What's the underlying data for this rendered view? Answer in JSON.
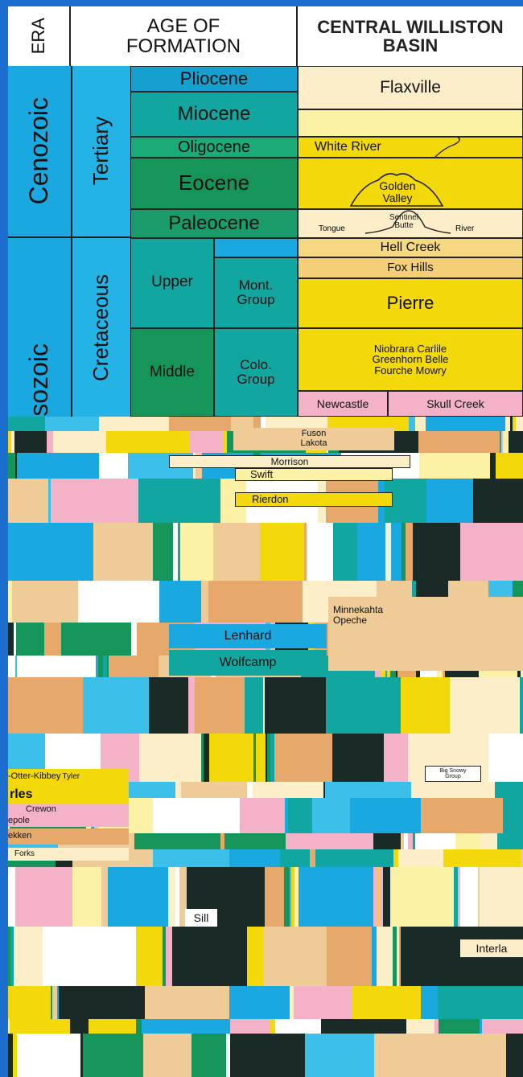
{
  "header": {
    "era": "ERA",
    "age_of_formation": "AGE OF FORMATION",
    "central_williston_basin": "CENTRAL WILLISTON BASIN"
  },
  "eras": {
    "cenozoic": "Cenozoic",
    "mesozoic": "sozoic"
  },
  "periods": {
    "tertiary": "Tertiary",
    "cretaceous": "Cretaceous"
  },
  "epochs": {
    "pliocene": "Pliocene",
    "miocene": "Miocene",
    "oligocene": "Oligocene",
    "eocene": "Eocene",
    "paleocene": "Paleocene",
    "upper": "Upper",
    "middle": "Middle"
  },
  "groups": {
    "montana": "Mont. Group",
    "colorado": "Colo. Group"
  },
  "formations": {
    "flaxville": "Flaxville",
    "white_river": "White River",
    "golden_valley": "Golden Valley",
    "sentinel_butte": "Sentinel Butte",
    "tongue": "Tongue",
    "river": "River",
    "hell_creek": "Hell Creek",
    "fox_hills": "Fox Hills",
    "pierre": "Pierre",
    "niobrara_carlile": "Niobrara Carlile Greenhorn Belle Fourche Mowry",
    "newcastle": "Newcastle",
    "skull_creek": "Skull Creek",
    "fuson_lakota": "Fuson Lakota",
    "morrison": "Morrison",
    "swift": "Swift",
    "rierdon": "Rierdon",
    "minnekahta_opeche": "Minnekahta Opeche",
    "lenhard": "Lenhard",
    "wolfcamp": "Wolfcamp",
    "otter_kibbey": "-Otter-Kibbey",
    "tyler": "Tyler",
    "big_snowy": "Big Snowy Group",
    "charles": "rles",
    "crewon": "Crewon",
    "tepole": "epole",
    "ekken": "ekken",
    "forks": "Forks",
    "sill": "Sill",
    "interlake": "Interla"
  },
  "colors": {
    "header_bg": "#ffffff",
    "cenozoic": "#19a8e0",
    "tertiary": "#25b3e6",
    "dark_green": "#16955a",
    "teal": "#12a6a0",
    "light_blue": "#3cbfe8",
    "yellow": "#f4d90a",
    "pale_yellow": "#fbf2a6",
    "cream": "#fbeec9",
    "pink": "#f3b2c8",
    "tan": "#eecb97",
    "orange_tan": "#e6a96b",
    "dark": "#1a2a26",
    "frame_blue": "#1c6fcf"
  }
}
